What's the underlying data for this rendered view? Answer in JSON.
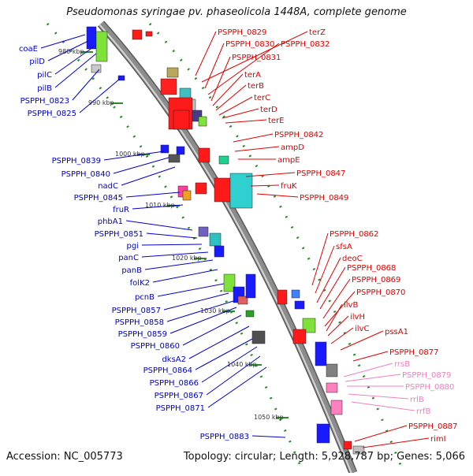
{
  "title": "Pseudomonas syringae pv. phaseolicola 1448A, complete genome",
  "footer": {
    "accession": "Accession: NC_005773",
    "summary": "Topology: circular; Length: 5,928,787 bp; Genes: 5,066"
  },
  "colors": {
    "left_labels": "#0000c8",
    "right_labels": "#e00000",
    "pink_labels": "#f080c0",
    "backbone": "#8c8c8c",
    "tick": "#2a8a2a"
  },
  "scale_ticks": [
    "980 kbp",
    "990 kbp",
    "1000 kbp",
    "1010 kbp",
    "1020 kbp",
    "1030 kbp",
    "1040 kbp",
    "1050 kbp"
  ],
  "left_labels": [
    "coaE",
    "pilD",
    "pilC",
    "pilB",
    "PSPPH_0823",
    "PSPPH_0825",
    "PSPPH_0839",
    "PSPPH_0840",
    "nadC",
    "PSPPH_0845",
    "fruR",
    "phbA1",
    "PSPPH_0851",
    "pgi",
    "panC",
    "panB",
    "folK2",
    "pcnB",
    "PSPPH_0857",
    "PSPPH_0858",
    "PSPPH_0859",
    "PSPPH_0860",
    "dksA2",
    "PSPPH_0864",
    "PSPPH_0866",
    "PSPPH_0867",
    "PSPPH_0871",
    "PSPPH_0883"
  ],
  "right_labels": [
    "PSPPH_0829",
    "terZ",
    "PSPPH_0830",
    "PSPPH_0832",
    "PSPPH_0831",
    "terA",
    "terB",
    "terC",
    "terD",
    "terE",
    "PSPPH_0842",
    "ampD",
    "ampE",
    "PSPPH_0847",
    "fruK",
    "PSPPH_0849",
    "PSPPH_0862",
    "sfsA",
    "deoC",
    "PSPPH_0868",
    "PSPPH_0869",
    "PSPPH_0870",
    "ilvB",
    "ilvH",
    "ilvC",
    "pssA1",
    "PSPPH_0877",
    "PSPPH_0887",
    "rimI"
  ],
  "pink_labels": [
    "rrsB",
    "PSPPH_0879",
    "PSPPH_0880",
    "rrlB",
    "rrfB"
  ]
}
